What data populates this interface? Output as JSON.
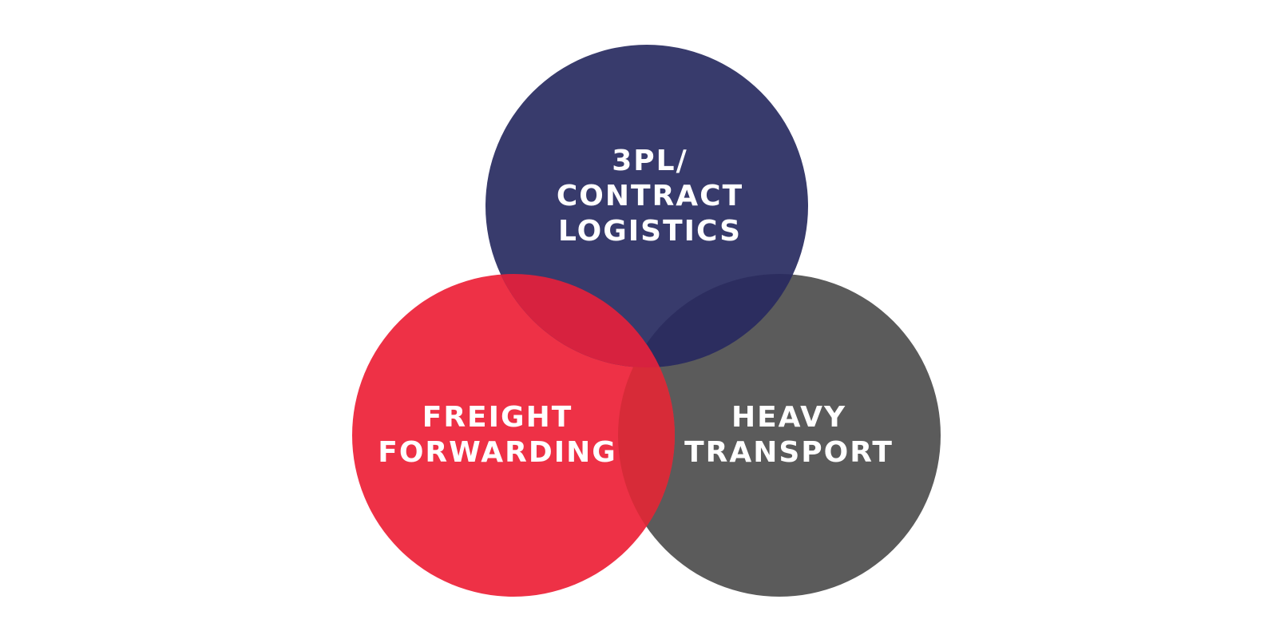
{
  "diagram": {
    "type": "venn",
    "circles": [
      {
        "id": "contract-logistics",
        "color": "#383b6c",
        "lines": [
          "3PL/",
          "CONTRACT",
          "LOGISTICS"
        ]
      },
      {
        "id": "freight-forwarding",
        "color": "#ee3146",
        "lines": [
          "FREIGHT",
          "FORWARDING"
        ]
      },
      {
        "id": "heavy-transport",
        "color": "#5b5b5b",
        "lines": [
          "HEAVY",
          "TRANSPORT"
        ]
      }
    ],
    "overlap_colors": {
      "top_and_left": "#d7223f",
      "top_and_right": "#2c2d5f",
      "left_and_right": "#d72b38"
    }
  }
}
